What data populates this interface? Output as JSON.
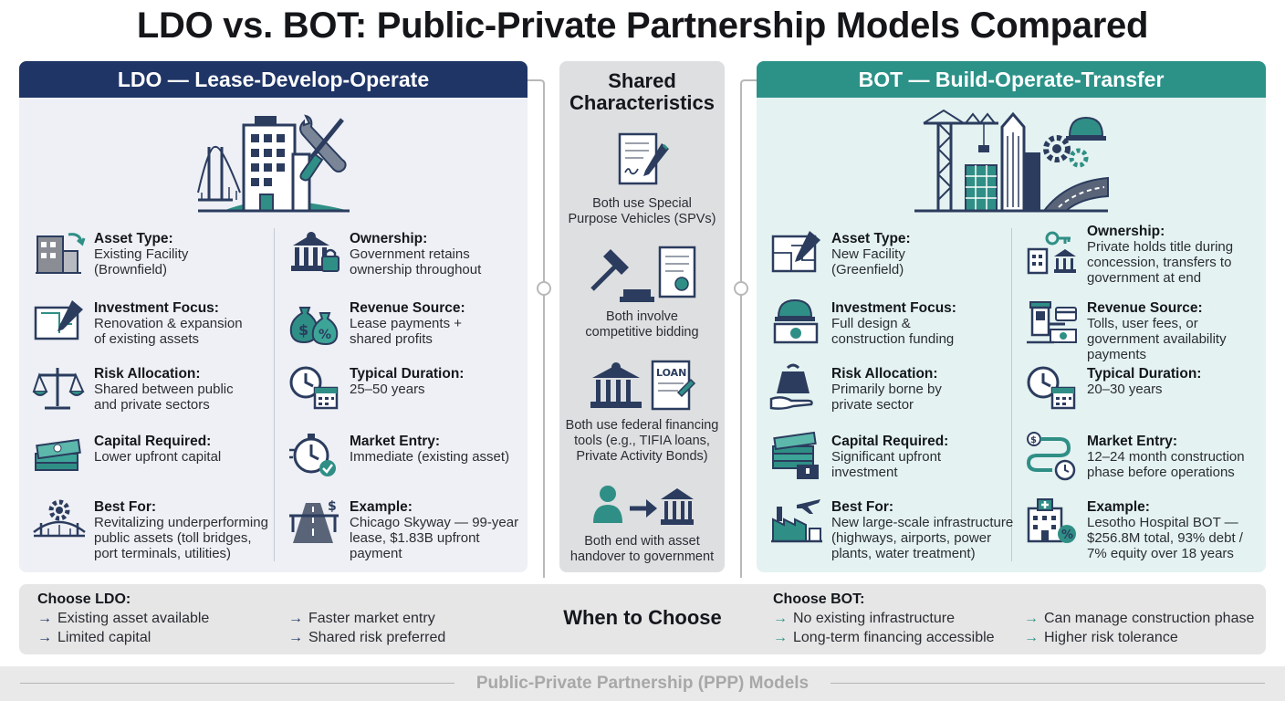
{
  "title": "LDO vs. BOT: Public-Private Partnership Models Compared",
  "ldo": {
    "header": "LDO — Lease-Develop-Operate",
    "items": [
      {
        "label": "Asset Type:",
        "value": "Existing Facility\n(Brownfield)",
        "icon": "existing-building-icon"
      },
      {
        "label": "Investment Focus:",
        "value": "Renovation & expansion\nof existing assets",
        "icon": "blueprint-icon"
      },
      {
        "label": "Risk Allocation:",
        "value": "Shared between public\nand private sectors",
        "icon": "scales-icon"
      },
      {
        "label": "Capital Required:",
        "value": "Lower upfront capital",
        "icon": "cash-stack-icon"
      },
      {
        "label": "Best For:",
        "value": "Revitalizing underperforming\npublic assets (toll bridges,\nport terminals, utilities)",
        "icon": "gear-bridge-icon"
      },
      {
        "label": "Ownership:",
        "value": "Government retains\nownership throughout",
        "icon": "government-lock-icon"
      },
      {
        "label": "Revenue Source:",
        "value": "Lease payments +\nshared profits",
        "icon": "money-bags-icon"
      },
      {
        "label": "Typical Duration:",
        "value": "25–50 years",
        "icon": "clock-calendar-icon"
      },
      {
        "label": "Market Entry:",
        "value": "Immediate (existing asset)",
        "icon": "stopwatch-check-icon"
      },
      {
        "label": "Example:",
        "value": "Chicago Skyway — 99-year\nlease, $1.83B upfront payment",
        "icon": "toll-road-icon"
      }
    ]
  },
  "bot": {
    "header": "BOT — Build-Operate-Transfer",
    "items": [
      {
        "label": "Asset Type:",
        "value": "New Facility\n(Greenfield)",
        "icon": "floor-plan-icon"
      },
      {
        "label": "Investment Focus:",
        "value": "Full design &\nconstruction funding",
        "icon": "hardhat-money-icon"
      },
      {
        "label": "Risk Allocation:",
        "value": "Primarily borne by\nprivate sector",
        "icon": "hand-weight-icon"
      },
      {
        "label": "Capital Required:",
        "value": "Significant upfront\ninvestment",
        "icon": "cash-chest-icon"
      },
      {
        "label": "Best For:",
        "value": "New large-scale infrastructure\n(highways, airports, power\nplants, water treatment)",
        "icon": "factory-plane-icon"
      },
      {
        "label": "Ownership:",
        "value": "Private holds title during\nconcession, transfers to\ngovernment at end",
        "icon": "key-transfer-icon"
      },
      {
        "label": "Revenue Source:",
        "value": "Tolls, user fees, or\ngovernment availability\npayments",
        "icon": "toll-booth-icon"
      },
      {
        "label": "Typical Duration:",
        "value": "20–30 years",
        "icon": "clock-calendar-icon"
      },
      {
        "label": "Market Entry:",
        "value": "12–24 month construction\nphase before operations",
        "icon": "timeline-clock-icon"
      },
      {
        "label": "Example:",
        "value": "Lesotho Hospital BOT —\n$256.8M total, 93% debt /\n7% equity over 18 years",
        "icon": "hospital-percent-icon"
      }
    ]
  },
  "shared": {
    "title": "Shared\nCharacteristics",
    "items": [
      {
        "text": "Both use Special\nPurpose Vehicles (SPVs)",
        "icon": "contract-signature-icon"
      },
      {
        "text": "Both involve\ncompetitive bidding",
        "icon": "gavel-document-icon"
      },
      {
        "text": "Both use federal financing\ntools (e.g., TIFIA loans,\nPrivate Activity Bonds)",
        "icon": "bank-loan-icon",
        "icon_text": "LOAN"
      },
      {
        "text": "Both end with asset\nhandover to government",
        "icon": "handover-icon"
      }
    ]
  },
  "when_to_choose": {
    "label": "When to Choose",
    "ldo_title": "Choose LDO:",
    "ldo_items": [
      "Existing asset available",
      "Limited capital",
      "Faster market entry",
      "Shared risk preferred"
    ],
    "bot_title": "Choose BOT:",
    "bot_items": [
      "No existing infrastructure",
      "Long-term financing accessible",
      "Can manage construction phase",
      "Higher risk tolerance"
    ],
    "arrow": "→"
  },
  "footer": "Public-Private Partnership (PPP) Models",
  "colors": {
    "ldo": "#1f3566",
    "bot": "#2c9288",
    "navy": "#2b3c5e",
    "teal": "#2c9288"
  }
}
